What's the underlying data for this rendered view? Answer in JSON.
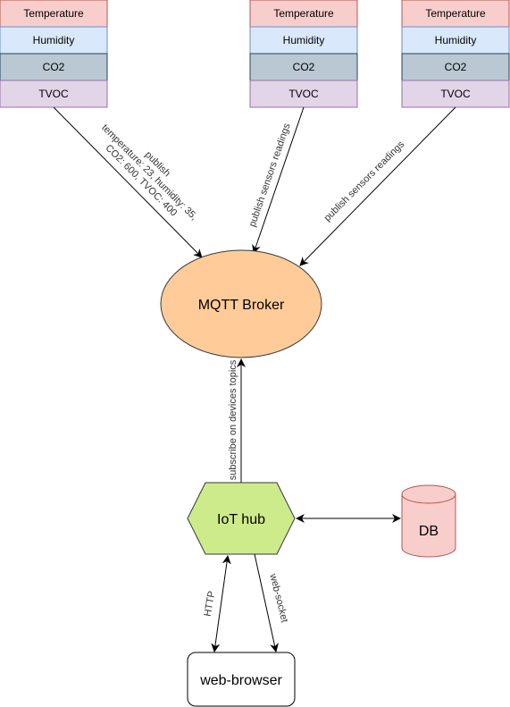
{
  "colors": {
    "temperature": "#f8cecc",
    "humidity": "#dae8fc",
    "co2": "#bac8d3",
    "tvoc": "#e1d5e7",
    "broker": "#ffcc99",
    "hub": "#cdeb8b",
    "db": "#f8cecc",
    "browser": "#ffffff"
  },
  "devices": [
    {
      "rows": [
        "Temperature",
        "Humidity",
        "CO2",
        "TVOC"
      ]
    },
    {
      "rows": [
        "Temperature",
        "Humidity",
        "CO2",
        "TVOC"
      ]
    },
    {
      "rows": [
        "Temperature",
        "Humidity",
        "CO2",
        "TVOC"
      ]
    }
  ],
  "edges": {
    "device1": {
      "lines": [
        "publish",
        "temperature: 23, humidity: 35,",
        "CO2: 600, TVOC: 400"
      ]
    },
    "device2": {
      "label": "publish sensors readings"
    },
    "device3": {
      "label": "publish sensors readings"
    },
    "hub_broker": {
      "label": "subscribe on devices topics"
    },
    "hub_browser_http": {
      "label": "HTTP"
    },
    "hub_browser_ws": {
      "label": "web-socket"
    }
  },
  "nodes": {
    "broker": "MQTT Broker",
    "hub": "IoT hub",
    "db": "DB",
    "browser": "web-browser"
  }
}
